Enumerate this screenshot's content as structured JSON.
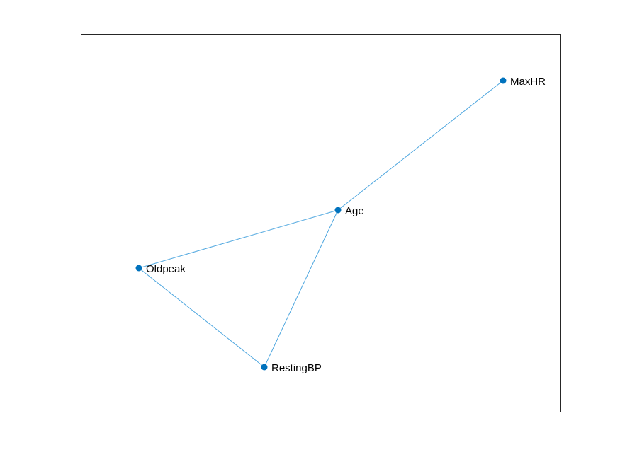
{
  "figure": {
    "background_color": "#ffffff",
    "axes_border_color": "#262626"
  },
  "graph": {
    "node_color": "#0072BD",
    "edge_color": "#4DA6DF",
    "nodes": [
      {
        "id": "maxhr",
        "label": "MaxHR"
      },
      {
        "id": "age",
        "label": "Age"
      },
      {
        "id": "oldpeak",
        "label": "Oldpeak"
      },
      {
        "id": "restingbp",
        "label": "RestingBP"
      }
    ],
    "edges": [
      {
        "from": "age",
        "to": "maxhr"
      },
      {
        "from": "age",
        "to": "oldpeak"
      },
      {
        "from": "age",
        "to": "restingbp"
      },
      {
        "from": "oldpeak",
        "to": "restingbp"
      }
    ]
  }
}
